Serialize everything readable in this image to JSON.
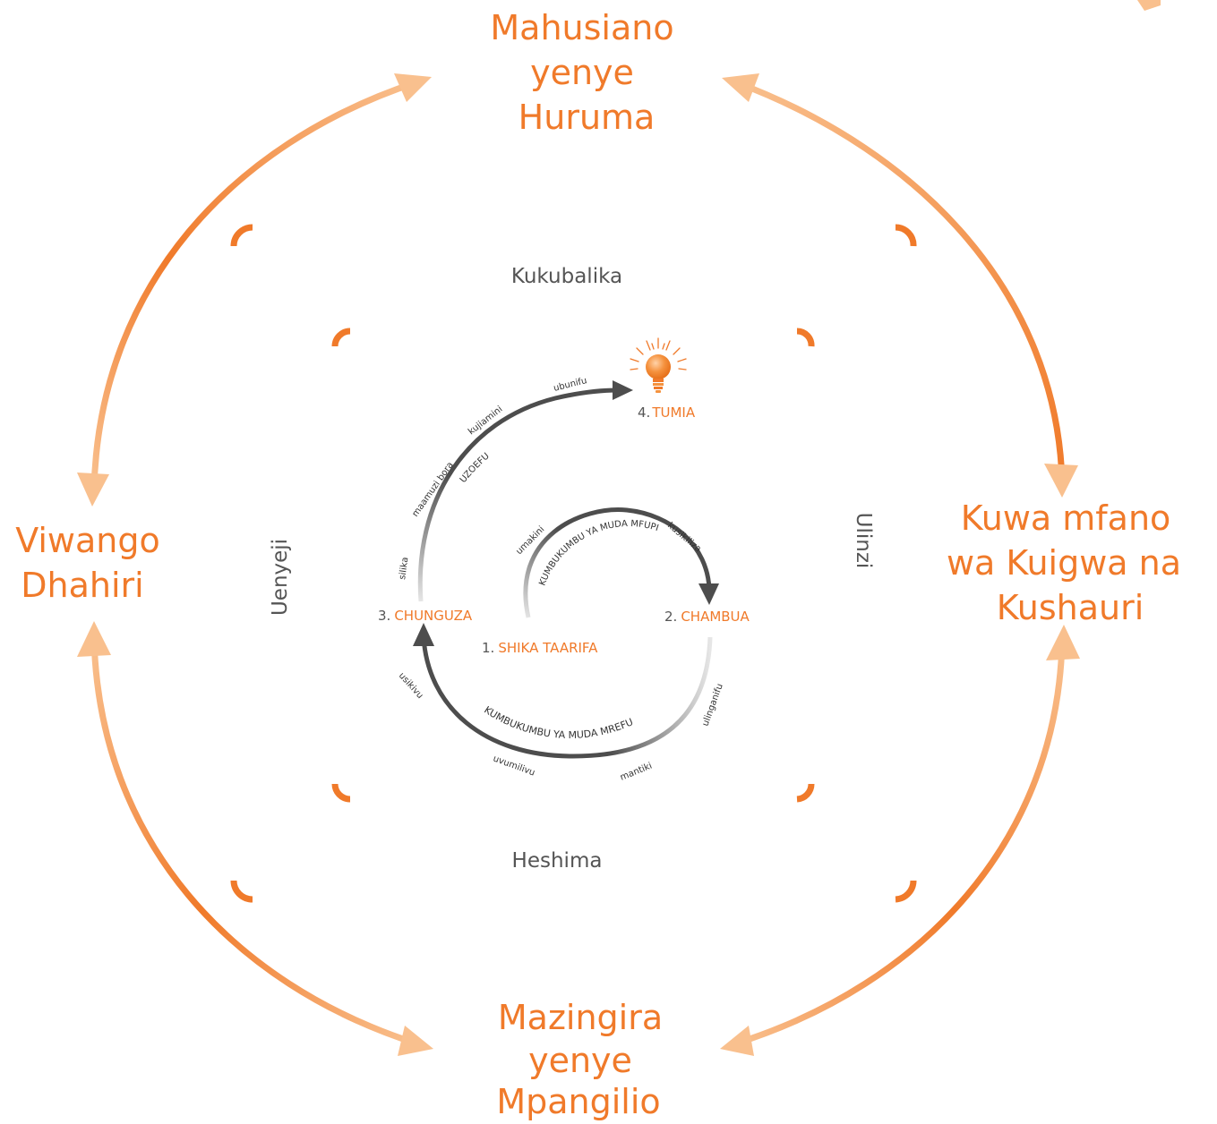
{
  "colors": {
    "orange": "#f07a2a",
    "light_orange": "#f9c08e",
    "arrow_dark": "#4d4d4d",
    "text_gray": "#555555",
    "text_dark": "#333333"
  },
  "outer_labels": {
    "top": [
      "Mahusiano",
      "yenye",
      "Huruma"
    ],
    "bottom": [
      "Mazingira",
      "yenye",
      "Mpangilio"
    ],
    "left": [
      "Viwango",
      "Dhahiri"
    ],
    "right": [
      "Kuwa mfano",
      "wa Kuigwa na",
      "Kushauri"
    ]
  },
  "frame_labels": {
    "top": "Kukubalika",
    "bottom": "Heshima",
    "left": "Uenyeji",
    "right": "Ulinzi"
  },
  "steps": [
    {
      "number": "1.",
      "name": "SHIKA TAARIFA"
    },
    {
      "number": "2.",
      "name": "CHAMBUA"
    },
    {
      "number": "3.",
      "name": "CHUNGUZA"
    },
    {
      "number": "4.",
      "name": "TUMIA"
    }
  ],
  "arc_labels": {
    "short_term_memory": "KUMBUKUMBU YA MUDA MFUPI",
    "long_term_memory": "KUMBUKUMBU YA MUDA MREFU",
    "experience": "UZOEFU"
  },
  "word_labels": {
    "umakini": "umakini",
    "kusikiliza": "kusikiliza",
    "ulinganifu": "ulinganifu",
    "mantiki": "mantiki",
    "uvumilivu": "uvumilivu",
    "usikivu": "usikivu",
    "silika": "silika",
    "maamuzi_bora": "maamuzi bora",
    "kujiamini": "kujiamini",
    "ubunifu": "ubunifu"
  },
  "icons": {
    "bulb": "lightbulb-icon"
  }
}
